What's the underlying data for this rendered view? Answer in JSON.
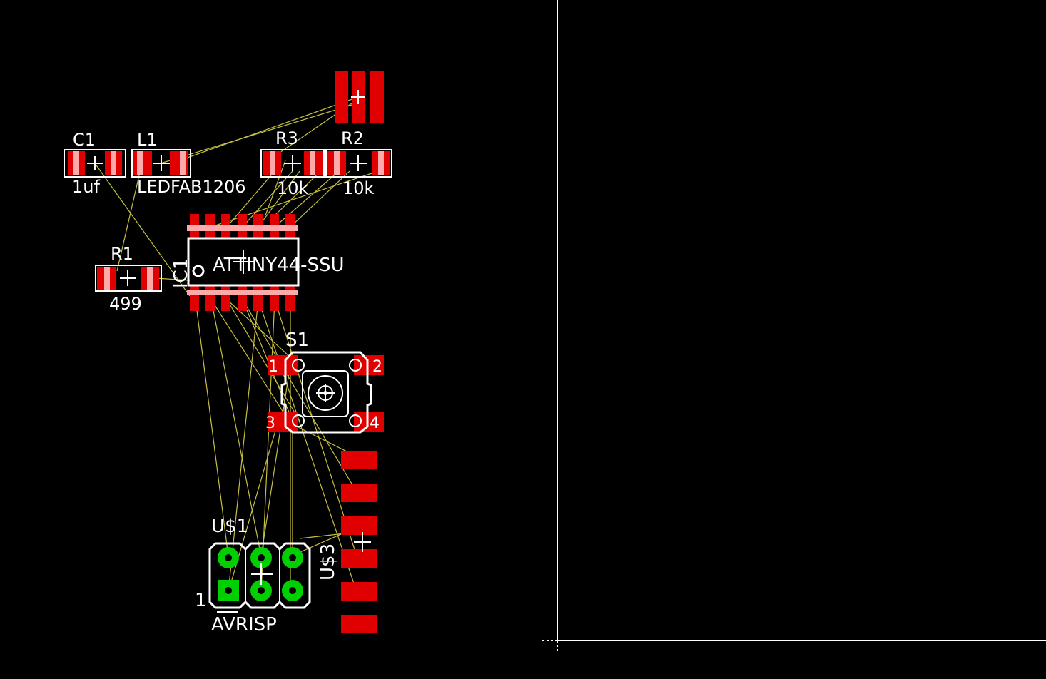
{
  "parts": {
    "c1": {
      "name": "C1",
      "value": "1uf"
    },
    "l1": {
      "name": "L1",
      "value": "LEDFAB1206"
    },
    "r3": {
      "name": "R3",
      "value": "10k"
    },
    "r2": {
      "name": "R2",
      "value": "10k"
    },
    "r1": {
      "name": "R1",
      "value": "499"
    },
    "ic1": {
      "name": "IC1",
      "value": "ATTINY44-SSU"
    },
    "s1": {
      "name": "S1",
      "pins": [
        "1",
        "2",
        "3",
        "4"
      ]
    },
    "us1": {
      "name": "U$1",
      "value": "AVRISP",
      "pin1": "1"
    },
    "us3": {
      "name": "U$3"
    }
  },
  "colors": {
    "background": "#000000",
    "copper_pad": "#e00000",
    "ratsnest": "#c8c040",
    "via": "#00d000",
    "silkscreen": "#ffffff"
  }
}
